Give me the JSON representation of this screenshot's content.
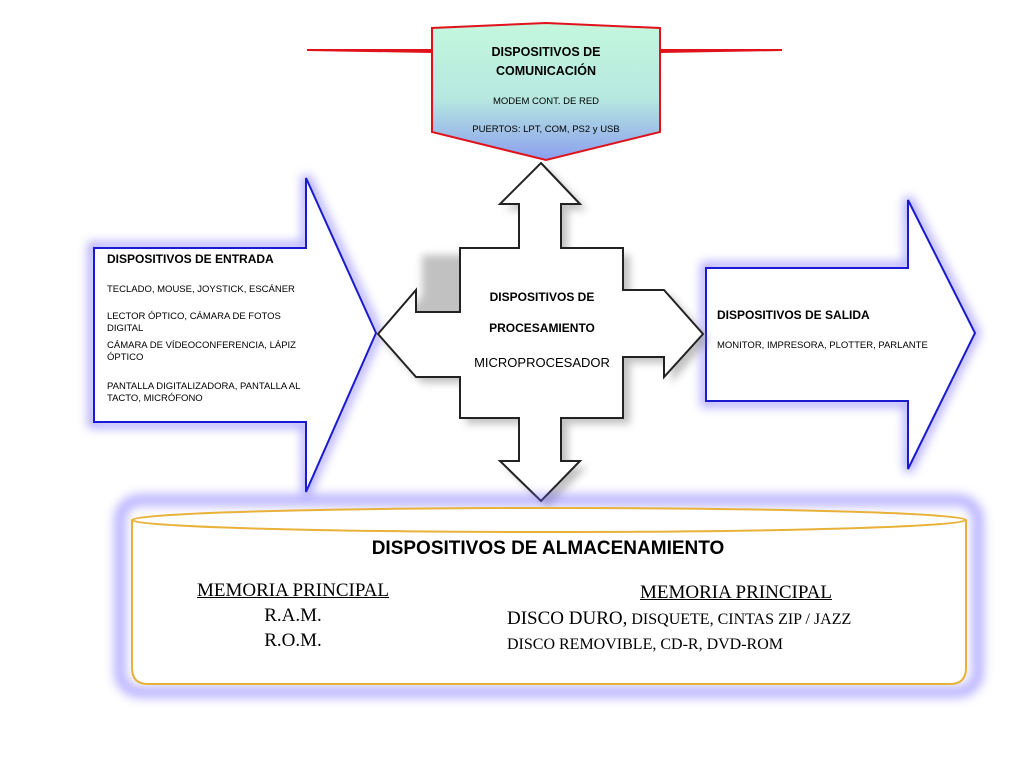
{
  "comunicacion": {
    "title": [
      "DISPOSITIVOS DE",
      "COMUNICACIÓN"
    ],
    "items": [
      "MODEM CONT. DE  RED",
      "PUERTOS: LPT, COM, PS2 y USB"
    ]
  },
  "entrada": {
    "title": "DISPOSITIVOS DE ENTRADA",
    "items": [
      "TECLADO, MOUSE, JOYSTICK, ESCÁNER",
      "LECTOR ÓPTICO, CÁMARA DE FOTOS DIGITAL",
      "CÁMARA DE VÍDEOCONFERENCIA, LÁPIZ ÓPTICO",
      "PANTALLA DIGITALIZADORA, PANTALLA AL TACTO, MICRÓFONO"
    ]
  },
  "procesamiento": {
    "title": [
      "DISPOSITIVOS DE",
      "PROCESAMIENTO"
    ],
    "item": "MICROPROCESADOR"
  },
  "salida": {
    "title": "DISPOSITIVOS DE SALIDA",
    "item": "MONITOR, IMPRESORA, PLOTTER, PARLANTE"
  },
  "almacenamiento": {
    "title": "DISPOSITIVOS DE ALMACENAMIENTO",
    "left_heading": "MEMORIA PRINCIPAL",
    "left_items": [
      "R.A.M.",
      "R.O.M."
    ],
    "right_heading": "MEMORIA PRINCIPAL",
    "right_line1_big": "DISCO DURO,",
    "right_line1_small": " DISQUETE, CINTAS ZIP / JAZZ",
    "right_line2": "DISCO REMOVIBLE,  CD-R,  DVD-ROM"
  },
  "colors": {
    "comm_top": "#bff5d9",
    "comm_bottom": "#8ea2ee",
    "comm_outline": "#e0121c",
    "arrow_outline": "#1a1ad0",
    "glow": "#6a5cff",
    "cylinder_outline": "#e8b23a"
  }
}
